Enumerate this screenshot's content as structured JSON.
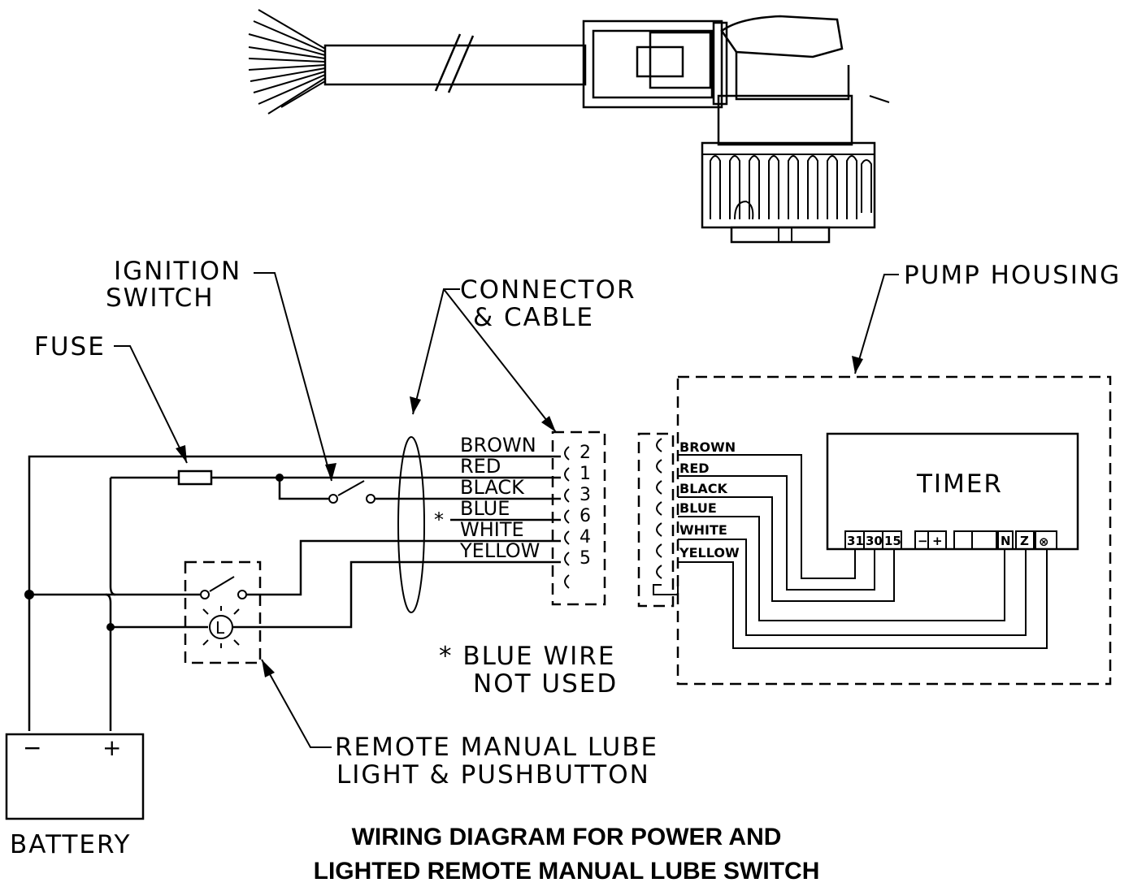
{
  "labels": {
    "ignition_switch": [
      "IGNITION",
      "SWITCH"
    ],
    "connector_cable": [
      "CONNECTOR",
      "& CABLE"
    ],
    "pump_housing": "PUMP HOUSING",
    "fuse": "FUSE",
    "battery": "BATTERY",
    "battery_minus": "−",
    "battery_plus": "+",
    "remote_manual_lube": [
      "REMOTE MANUAL LUBE",
      "LIGHT & PUSHBUTTON"
    ],
    "blue_note": [
      "* BLUE WIRE",
      "NOT USED"
    ],
    "blue_asterisk": "*",
    "lamp": "L",
    "timer": "TIMER"
  },
  "wires": [
    {
      "name": "BROWN",
      "pin": "2"
    },
    {
      "name": "RED",
      "pin": "1"
    },
    {
      "name": "BLACK",
      "pin": "3"
    },
    {
      "name": "BLUE",
      "pin": "6"
    },
    {
      "name": "WHITE",
      "pin": "4"
    },
    {
      "name": "YELLOW",
      "pin": "5"
    }
  ],
  "timer_terminals": [
    "31",
    "30",
    "15",
    "−",
    "+",
    "",
    "",
    "N",
    "Z",
    "⊗"
  ],
  "title": [
    "WIRING DIAGRAM FOR POWER AND",
    "LIGHTED REMOTE MANUAL LUBE SWITCH"
  ]
}
